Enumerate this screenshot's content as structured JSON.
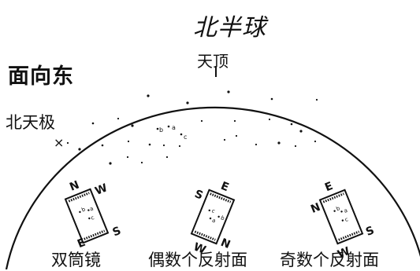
{
  "hemisphere_title": "北半球",
  "facing_direction": "面向东",
  "zenith_label": "天顶",
  "north_celestial_pole_label": "北天极",
  "ncp_marker": "×",
  "star_letters": [
    "a",
    "b",
    "c"
  ],
  "views": [
    {
      "caption": "双筒镜",
      "compass": {
        "top": "N",
        "right": "W",
        "bottom": "S",
        "left": "E"
      },
      "star_order": [
        "b",
        "a",
        "c"
      ]
    },
    {
      "caption": "偶数个反射面",
      "compass": {
        "top": "E",
        "right": "N",
        "bottom": "W",
        "left": "S"
      },
      "star_order": [
        "c",
        "a",
        "b"
      ]
    },
    {
      "caption": "奇数个反射面",
      "compass": {
        "top": "E",
        "right": "S",
        "bottom": "W",
        "left": "N"
      },
      "star_order": [
        "b",
        "a",
        "c"
      ]
    }
  ],
  "colors": {
    "ink": "#111111",
    "background": "#ffffff"
  }
}
